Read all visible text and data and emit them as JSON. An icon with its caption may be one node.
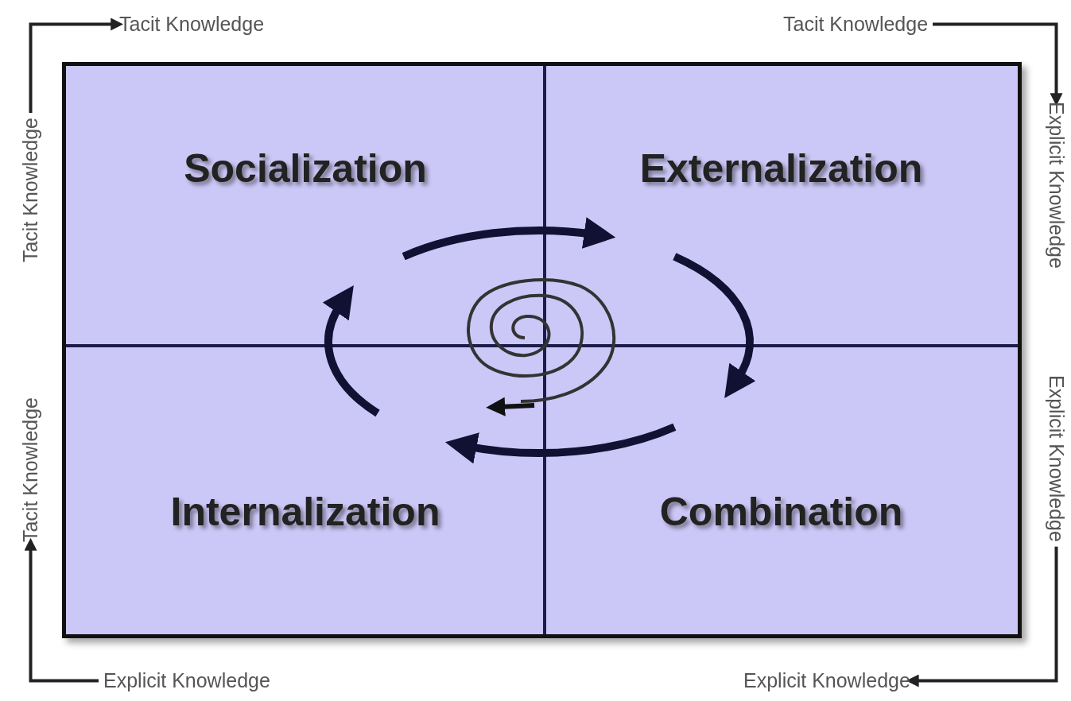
{
  "diagram": {
    "nodes": [
      {
        "text": [
          "Socialization"
        ]
      },
      {
        "text": [
          "Externalization"
        ]
      },
      {
        "text": [
          "Internalization"
        ]
      },
      {
        "text": [
          "Combination"
        ]
      },
      {
        "text": [
          "Tacit Knowledge"
        ]
      },
      {
        "text": [
          "Tacit Knowledge"
        ]
      },
      {
        "text": [
          "Tacit Knowledge"
        ]
      },
      {
        "text": [
          "Explicit Knowledge"
        ]
      },
      {
        "text": [
          "Tacit Knowledge"
        ]
      },
      {
        "text": [
          "Explicit Knowledge"
        ]
      },
      {
        "text": [
          "Explicit Knowledge"
        ]
      },
      {
        "text": [
          "Explicit Knowledge"
        ]
      }
    ],
    "edges": [
      {
        "from": 6,
        "to": 4,
        "arrow": "to"
      },
      {
        "from": 5,
        "to": 7,
        "arrow": "to"
      },
      {
        "from": 9,
        "to": 11,
        "arrow": "to"
      },
      {
        "from": 10,
        "to": 8,
        "arrow": "to"
      }
    ]
  }
}
